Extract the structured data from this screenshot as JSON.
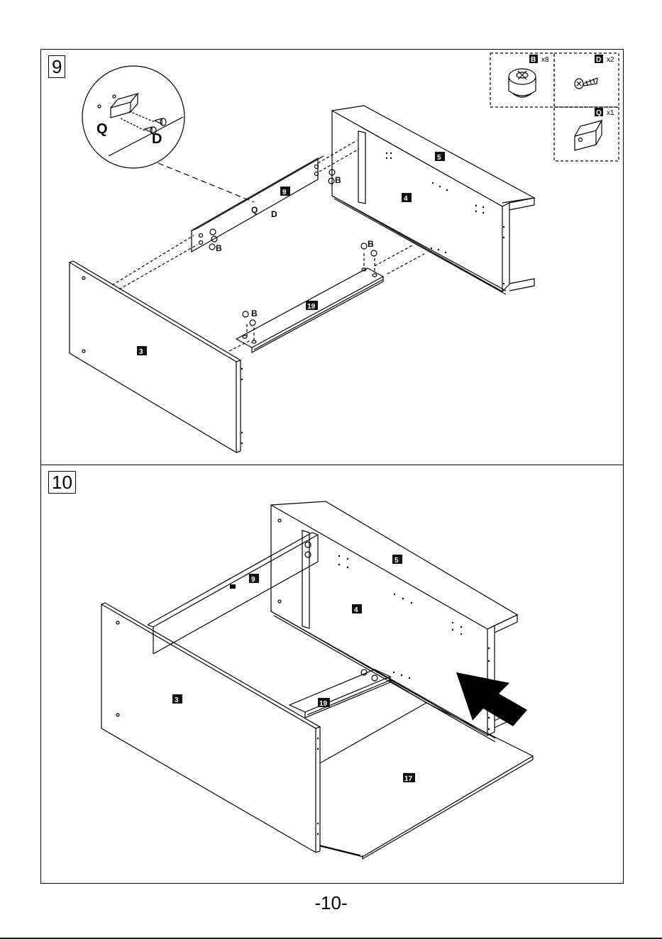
{
  "step9": {
    "number": "9",
    "labels": {
      "q": "Q",
      "d": "D",
      "b": "B"
    },
    "parts": {
      "p3": "3",
      "p4": "4",
      "p5": "5",
      "p9": "9",
      "p19": "19"
    },
    "hardware": [
      {
        "code": "B",
        "count": "x8",
        "icon": "cam-lock-icon"
      },
      {
        "code": "D",
        "count": "x2",
        "icon": "screw-icon"
      },
      {
        "code": "Q",
        "count": "x1",
        "icon": "bracket-icon"
      }
    ]
  },
  "step10": {
    "number": "10",
    "parts": {
      "p3": "3",
      "p4": "4",
      "p5": "5",
      "p9": "9",
      "p17": "17",
      "p19": "19"
    },
    "arrow_icon": "insert-arrow-icon"
  },
  "page_number": "-10-"
}
